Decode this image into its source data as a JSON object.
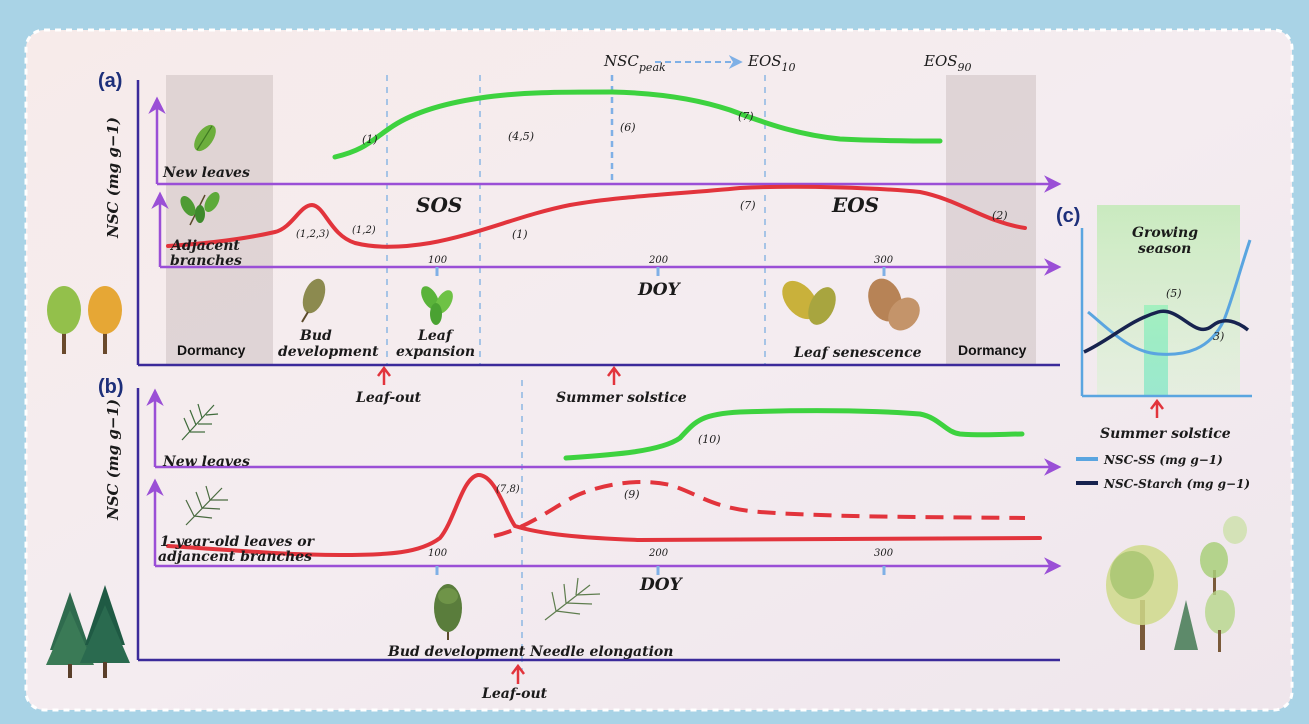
{
  "panel_a": {
    "label": "(a)",
    "y_axis": "NSC (mg g−1)",
    "events": {
      "nsc_peak": "NSC",
      "nsc_peak_sub": "peak",
      "eos10": "EOS",
      "eos10_sub": "10",
      "eos90": "EOS",
      "eos90_sub": "90"
    },
    "rows": {
      "new_leaves": "New leaves",
      "adjacent_1": "Adjacent",
      "adjacent_2": "branches"
    },
    "season_labels": {
      "sos": "SOS",
      "eos": "EOS"
    },
    "doy_label": "DOY",
    "ticks": [
      "100",
      "200",
      "300"
    ],
    "green_annotations": [
      "(1)",
      "(4,5)",
      "(6)",
      "(7)"
    ],
    "red_annotations": [
      "(1,2,3)",
      "(1,2)",
      "(1)",
      "(7)",
      "(2)"
    ],
    "stages": {
      "dormancy_left": "Dormancy",
      "bud_1": "Bud",
      "bud_2": "development",
      "leaf_exp_1": "Leaf",
      "leaf_exp_2": "expansion",
      "senescence": "Leaf senescence",
      "dormancy_right": "Dormancy"
    },
    "markers": {
      "leaf_out": "Leaf-out",
      "solstice": "Summer solstice"
    }
  },
  "panel_b": {
    "label": "(b)",
    "y_axis": "NSC  (mg g−1)",
    "rows": {
      "new_leaves": "New leaves",
      "old_1": "1-year-old leaves or",
      "old_2": "adjancent branches"
    },
    "doy_label": "DOY",
    "ticks": [
      "100",
      "200",
      "300"
    ],
    "annotations": [
      "(10)",
      "(7,8)",
      "(9)"
    ],
    "stages": {
      "bud": "Bud development",
      "needle": "Needle elongation"
    },
    "markers": {
      "leaf_out": "Leaf-out"
    }
  },
  "panel_c": {
    "label": "(c)",
    "season_1": "Growing",
    "season_2": "season",
    "annotations": [
      "(5)",
      "3)"
    ],
    "marker": "Summer solstice",
    "legend": [
      {
        "label": "NSC-SS  (mg g−1)",
        "color": "#5aa5e0"
      },
      {
        "label": "NSC-Starch  (mg g−1)",
        "color": "#17234f"
      }
    ]
  },
  "colors": {
    "axis": "#9a4fd6",
    "axis_dark": "#3b2a9a",
    "green": "#3dd23f",
    "red": "#e2343c",
    "blue_dash": "#7fb0e6"
  }
}
